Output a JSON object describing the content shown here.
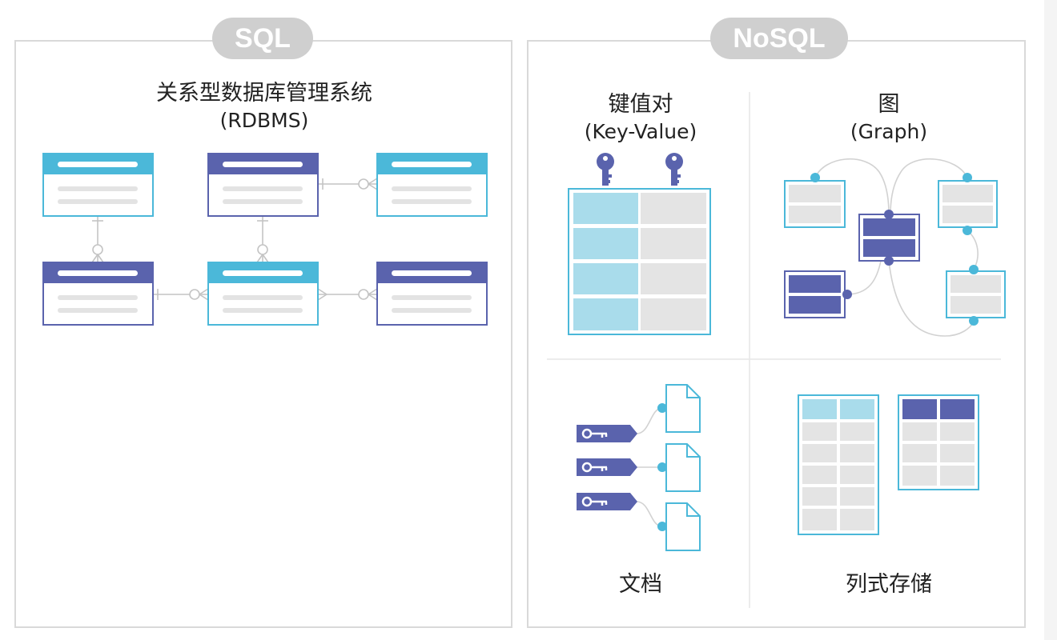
{
  "sql": {
    "badge": "SQL",
    "title": "关系型数据库管理系统",
    "subtitle": "(RDBMS)"
  },
  "nosql": {
    "badge": "NoSQL",
    "key_value": {
      "title": "键值对",
      "subtitle": "(Key-Value)"
    },
    "graph": {
      "title": "图",
      "subtitle": "(Graph)"
    },
    "document": {
      "title": "文档"
    },
    "columnar": {
      "title": "列式存储"
    }
  },
  "colors": {
    "teal": "#4bb8d9",
    "purple": "#5a63ad",
    "light_teal": "#a9dceb",
    "gray_cell": "#e4e4e4",
    "panel_border": "#d9d9d9",
    "badge_bg": "#cfcfcf"
  }
}
